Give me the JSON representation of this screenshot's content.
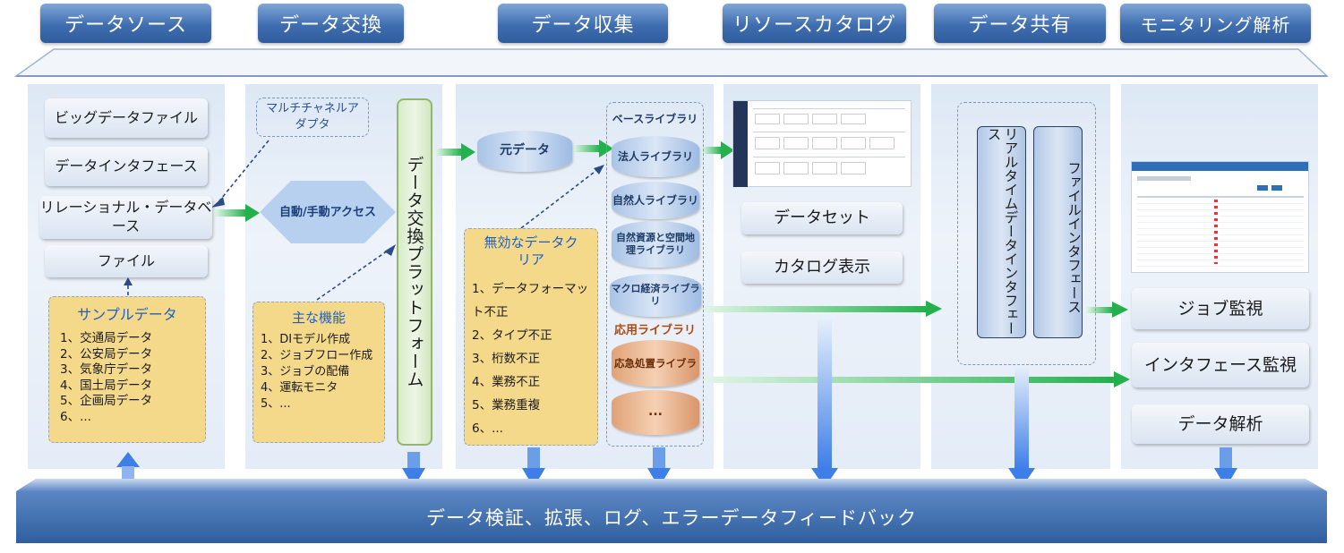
{
  "headers": [
    "データソース",
    "データ交換",
    "データ収集",
    "リソースカタログ",
    "データ共有",
    "モニタリング解析"
  ],
  "source": {
    "items": [
      "ビッグデータファイル",
      "データインタフェース",
      "リレーショナル・データベース",
      "ファイル"
    ],
    "sample_title": "サンプルデータ",
    "sample_items": [
      "1、交通局データ",
      "2、公安局データ",
      "3、気象庁データ",
      "4、国土局データ",
      "5、企画局データ",
      "6、..."
    ]
  },
  "exchange": {
    "multichannel": "マルチチャネルアダプタ",
    "access": "自動/手動アクセス",
    "functions_title": "主な機能",
    "functions": [
      "1、DIモデル作成",
      "2、ジョブフロー作成",
      "3、ジョブの配備",
      "4、運転モニタ",
      "5、..."
    ],
    "platform": "データ交換プラットフォーム"
  },
  "collection": {
    "raw_data": "元データ",
    "invalid_title": "無効なデータクリア",
    "invalid_items": [
      "1、データフォーマット不正",
      "2、タイプ不正",
      "3、桁数不正",
      "4、業務不正",
      "5、業務重複",
      "6、..."
    ],
    "base_library": "ベースライブラリ",
    "base_items": [
      "法人ライブラリ",
      "自然人ライブラリ",
      "自然資源と空間地理ライブラリ",
      "マクロ経済ライブラリ"
    ],
    "app_library": "応用ライブラリ",
    "app_items": [
      "応急処置ライブラ",
      "..."
    ]
  },
  "catalog": {
    "dataset": "データセット",
    "catalog_display": "カタログ表示"
  },
  "sharing": {
    "realtime": "リアルタイムデータインタフェース",
    "file_if": "ファイルインタフェース"
  },
  "monitoring": {
    "job": "ジョブ監視",
    "interface": "インタフェース監視",
    "analysis": "データ解析"
  },
  "footer": "データ検証、拡張、ログ、エラーデータフィードバック",
  "colors": {
    "header_blue": "#3f6eb0",
    "arrow_green": "#22b14c",
    "arrow_blue": "#3d7ee8",
    "footer_blue": "#3a6aac",
    "sample_yellow": "#f5d98a"
  }
}
